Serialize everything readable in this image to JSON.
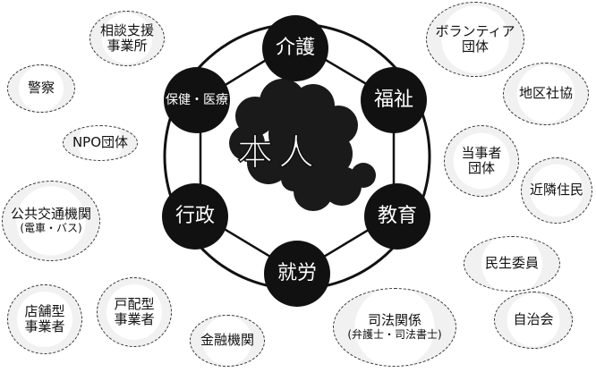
{
  "center": {
    "label": "本人"
  },
  "core_nodes": {
    "kaigo": "介護",
    "fukushi": "福祉",
    "kyoiku": "教育",
    "shuro": "就労",
    "gyosei": "行政",
    "hoken": "保健・医療"
  },
  "outer_nodes": {
    "soudan": {
      "l1": "相談支援",
      "l2": "事業所"
    },
    "keisatsu": {
      "l1": "警察"
    },
    "npo": {
      "l1": "NPO団体"
    },
    "koukyou": {
      "l1": "公共交通機関",
      "l2": "(電車・バス)"
    },
    "tenpo": {
      "l1": "店舗型",
      "l2": "事業者"
    },
    "takuhai": {
      "l1": "戸配型",
      "l2": "事業者"
    },
    "kinyu": {
      "l1": "金融機関"
    },
    "shihou": {
      "l1": "司法関係",
      "l2": "(弁護士・司法書士)"
    },
    "jichikai": {
      "l1": "自治会"
    },
    "minsei": {
      "l1": "民生委員"
    },
    "kinrin": {
      "l1": "近隣住民"
    },
    "touji": {
      "l1": "当事者",
      "l2": "団体"
    },
    "chiku": {
      "l1": "地区社協"
    },
    "volunteer": {
      "l1": "ボランティア",
      "l2": "団体"
    }
  }
}
